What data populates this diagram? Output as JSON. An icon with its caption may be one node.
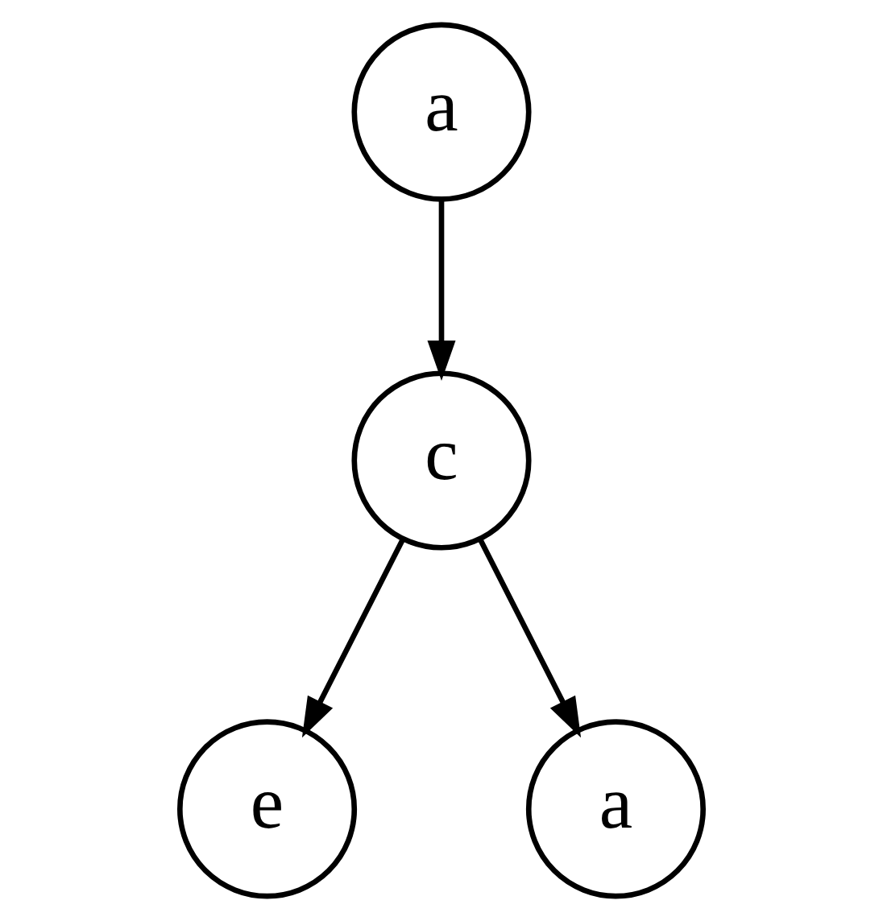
{
  "diagram": {
    "nodes": [
      {
        "text": [
          "a"
        ]
      },
      {
        "text": [
          "c"
        ]
      },
      {
        "text": [
          "e"
        ]
      },
      {
        "text": [
          "a"
        ]
      }
    ],
    "edges": [
      {
        "from": 0,
        "to": 1,
        "arrow": "to"
      },
      {
        "from": 1,
        "to": 2,
        "arrow": "to"
      },
      {
        "from": 1,
        "to": 3,
        "arrow": "to"
      }
    ]
  }
}
